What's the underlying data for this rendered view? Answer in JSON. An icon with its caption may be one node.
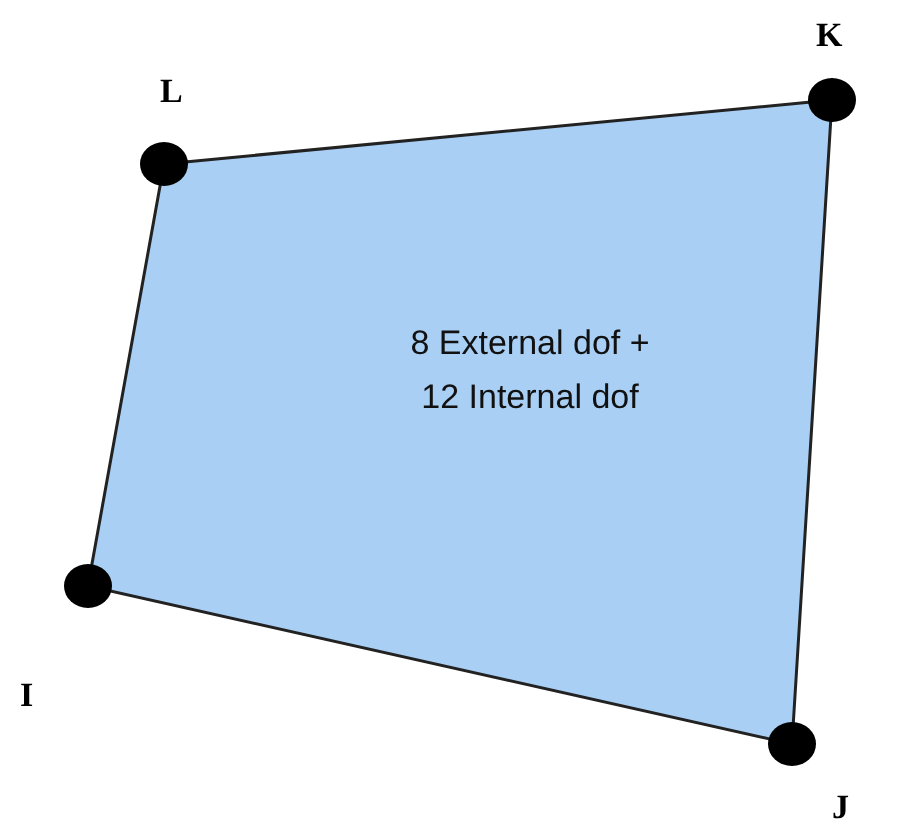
{
  "diagram": {
    "nodes": [
      {
        "text": [
          "8 External dof + 12 Internal dof"
        ]
      },
      {
        "text": [],
        "shape": "circle"
      },
      {
        "text": [],
        "shape": "circle"
      },
      {
        "text": [],
        "shape": "circle"
      },
      {
        "text": [],
        "shape": "circle"
      }
    ],
    "labels": [
      "K",
      "L",
      "I",
      "J"
    ]
  }
}
